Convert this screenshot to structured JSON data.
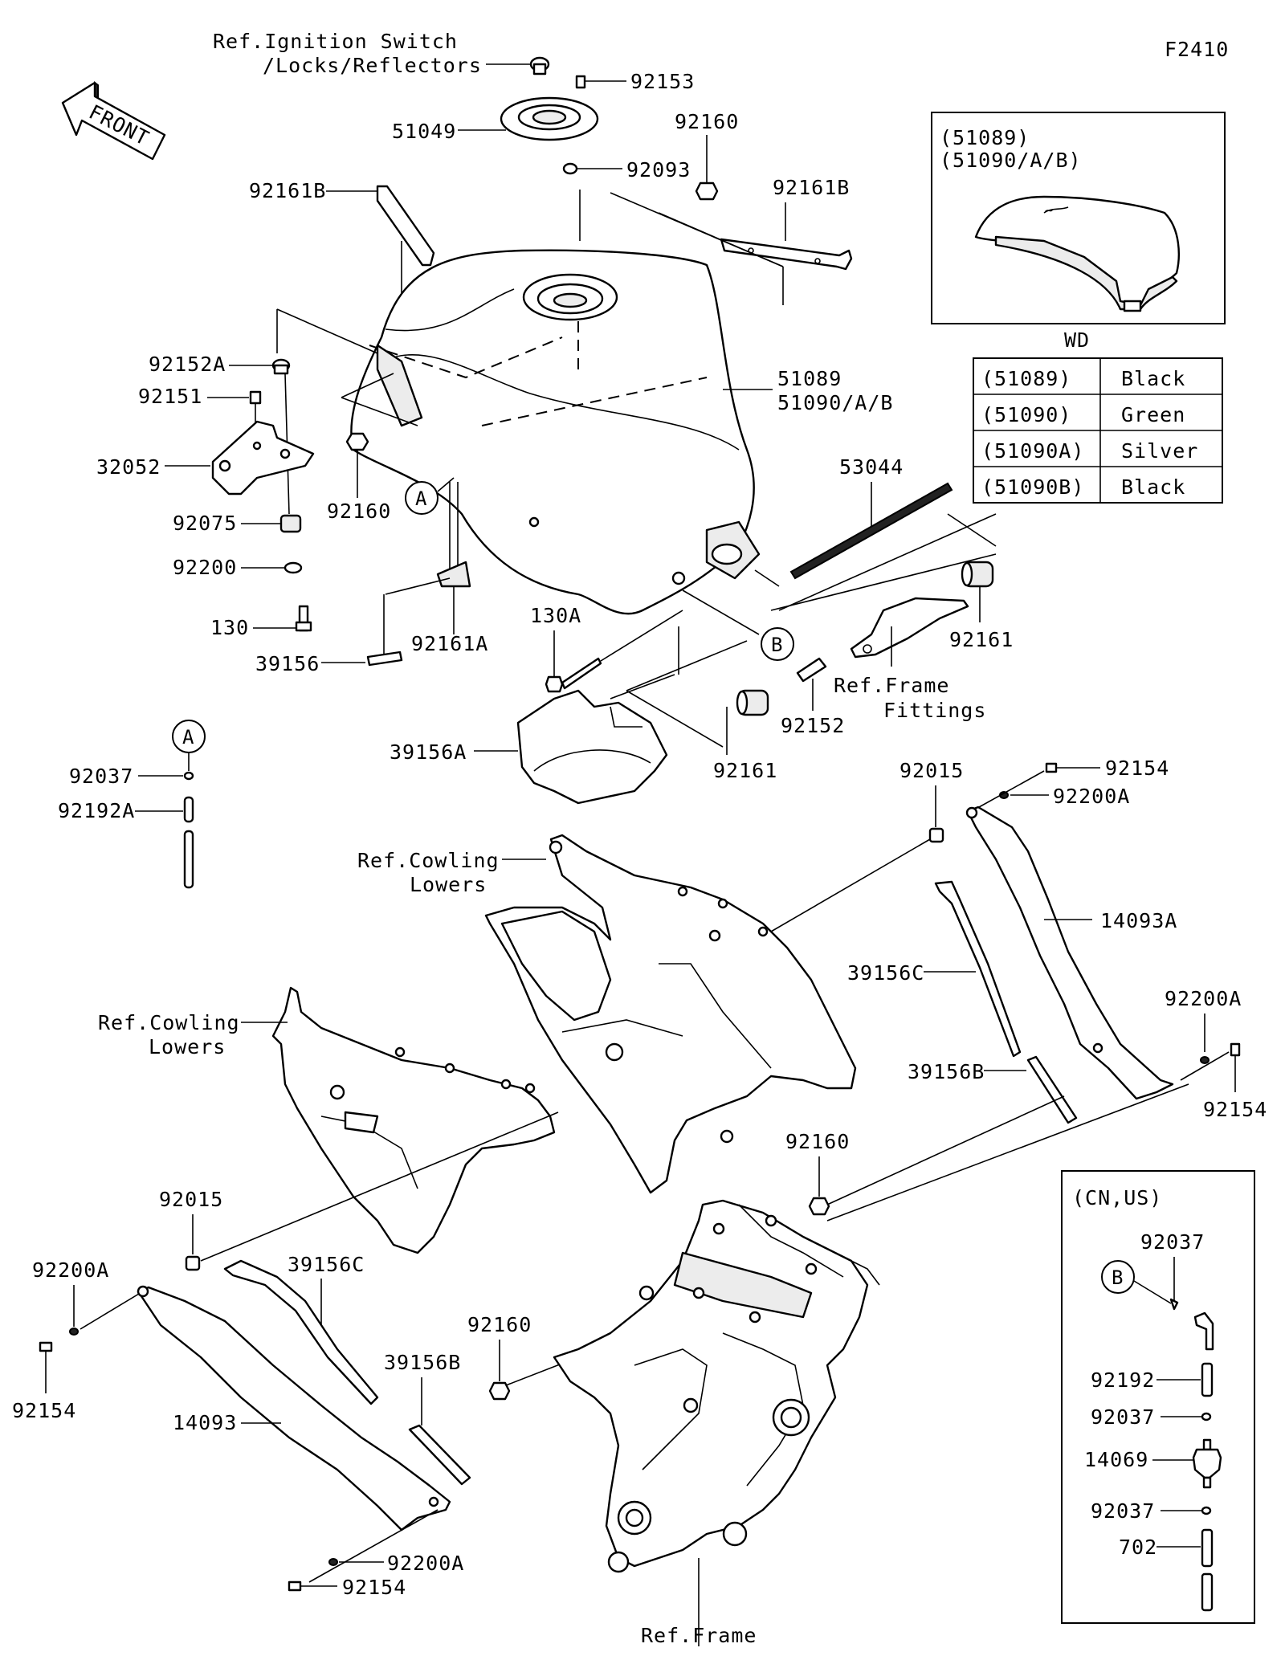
{
  "figure_code": "F2410",
  "front_label": "FRONT",
  "refs": {
    "ignition_line1": "Ref.Ignition Switch",
    "ignition_line2": "/Locks/Reflectors",
    "frame_fittings_line1": "Ref.Frame",
    "frame_fittings_line2": "Fittings",
    "cowling_upper_line1": "Ref.Cowling",
    "cowling_upper_line2": "Lowers",
    "cowling_lower_line1": "Ref.Cowling",
    "cowling_lower_line2": "Lowers",
    "frame": "Ref.Frame"
  },
  "callouts": {
    "a_main": "A",
    "b_main": "B",
    "a_side": "A",
    "b_inset": "B"
  },
  "parts": {
    "p92153": "92153",
    "p51049": "51049",
    "p92093": "92093",
    "p92160_top": "92160",
    "p92161B_left": "92161B",
    "p92161B_right": "92161B",
    "p92152A": "92152A",
    "p92151": "92151",
    "p32052": "32052",
    "p92160_mid": "92160",
    "p92075": "92075",
    "p92200": "92200",
    "p130": "130",
    "p39156": "39156",
    "p92161A": "92161A",
    "p51089_line1": "51089",
    "p51089_line2": "51090/A/B",
    "p53044": "53044",
    "p130A": "130A",
    "p92161_right": "92161",
    "p92152": "92152",
    "p92161_bottom": "92161",
    "p39156A": "39156A",
    "p92037_side": "92037",
    "p92192A": "92192A",
    "p92015_right": "92015",
    "p92154_tr": "92154",
    "p92200A_tr": "92200A",
    "p14093A": "14093A",
    "p39156C_right": "39156C",
    "p92200A_right": "92200A",
    "p39156B_right": "39156B",
    "p92154_right": "92154",
    "p92160_lower": "92160",
    "p92015_left": "92015",
    "p92200A_left": "92200A",
    "p39156C_left": "39156C",
    "p92154_left": "92154",
    "p39156B_left": "39156B",
    "p92160_frame": "92160",
    "p14093": "14093",
    "p92200A_bottom": "92200A",
    "p92154_bottom": "92154"
  },
  "wd_inset": {
    "line1": "(51089)",
    "line2": "(51090/A/B)",
    "caption": "WD"
  },
  "color_table": [
    {
      "code": "(51089)",
      "color": "Black"
    },
    {
      "code": "(51090)",
      "color": "Green"
    },
    {
      "code": "(51090A)",
      "color": "Silver"
    },
    {
      "code": "(51090B)",
      "color": "Black"
    }
  ],
  "cn_us_inset": {
    "title": "(CN,US)",
    "p92037_a": "92037",
    "p92192": "92192",
    "p92037_b": "92037",
    "p14069": "14069",
    "p92037_c": "92037",
    "p702": "702"
  }
}
